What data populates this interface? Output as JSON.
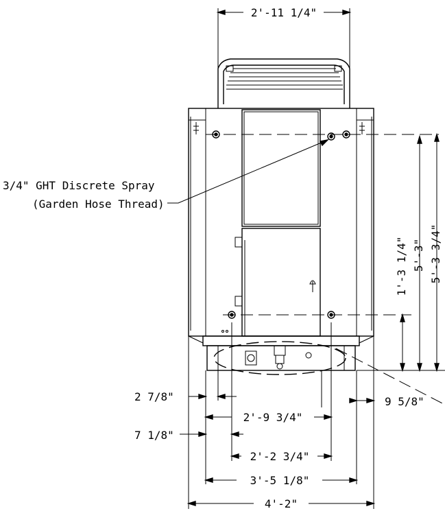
{
  "callout": {
    "line1": "3/4\" GHT Discrete Spray",
    "line2": "(Garden Hose Thread)"
  },
  "dimensions": {
    "top_width": "2'-11 1/4\"",
    "height_overall": "5'-3 3/4\"",
    "height_upper": "5'-3\"",
    "height_lower": "1'-3 1/4\"",
    "left_offset_1": "2 7/8\"",
    "right_offset": "9 5/8\"",
    "span_1": "2'-9 3/4\"",
    "left_offset_2": "7 1/8\"",
    "span_2": "2'-2 3/4\"",
    "span_3": "3'-5 1/8\"",
    "overall_width": "4'-2\""
  }
}
